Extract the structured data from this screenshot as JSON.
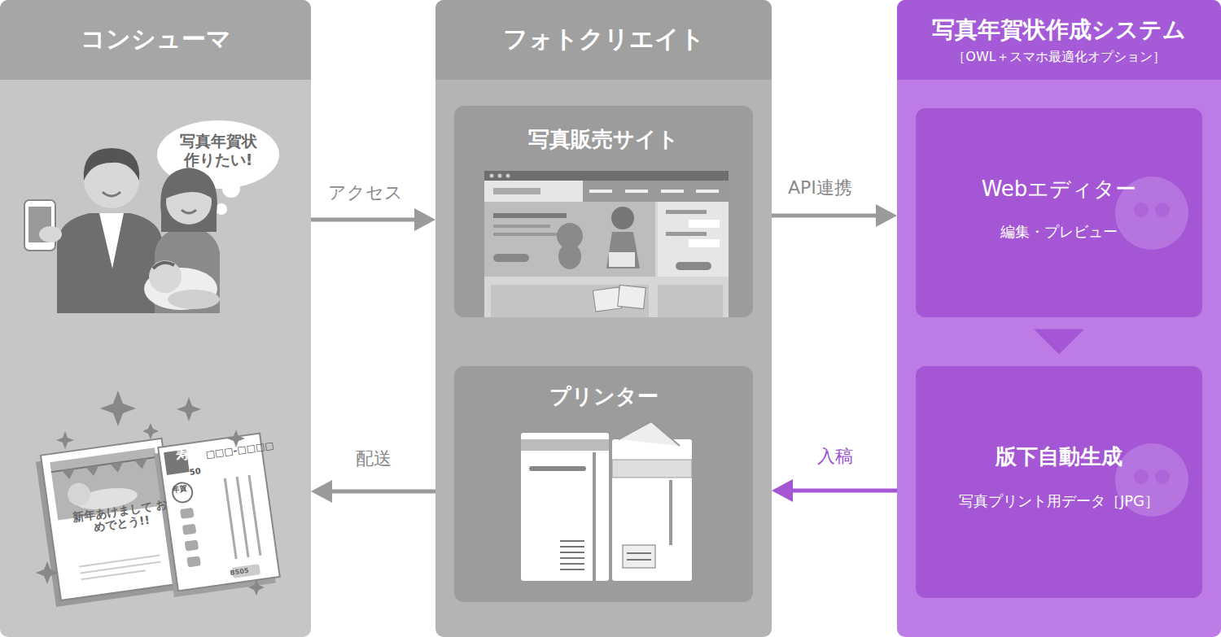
{
  "diagram": {
    "nodes": [
      {
        "text": [
          "コンシューマ"
        ]
      },
      {
        "text": [
          "写真年賀状 作りたい!"
        ],
        "in": 0
      },
      {
        "text": [
          "フォトクリエイト"
        ]
      },
      {
        "text": [
          "写真販売サイト"
        ],
        "in": 2
      },
      {
        "text": [
          "プリンター"
        ],
        "in": 2
      },
      {
        "text": [
          "写真年賀状作成システム",
          "［OWL＋スマホ最適化オプション］"
        ]
      },
      {
        "text": [
          "Webエディター",
          "編集・プレビュー"
        ],
        "in": 5
      },
      {
        "text": [
          "版下自動生成",
          "写真プリント用データ［JPG］"
        ],
        "in": 5
      }
    ],
    "edges": [
      {
        "from": 0,
        "to": 2,
        "label": "アクセス",
        "arrow": "to"
      },
      {
        "from": 2,
        "to": 5,
        "label": "API連携",
        "arrow": "to"
      },
      {
        "from": 6,
        "to": 7,
        "arrow": "to"
      },
      {
        "from": 5,
        "to": 2,
        "label": "入稿",
        "arrow": "to"
      },
      {
        "from": 2,
        "to": 0,
        "label": "配送",
        "arrow": "to"
      }
    ],
    "labels": [
      "新年あけまして おめでとう!!",
      "寿",
      "50",
      "年賀",
      "□□□-□□□□",
      "BS05"
    ]
  }
}
